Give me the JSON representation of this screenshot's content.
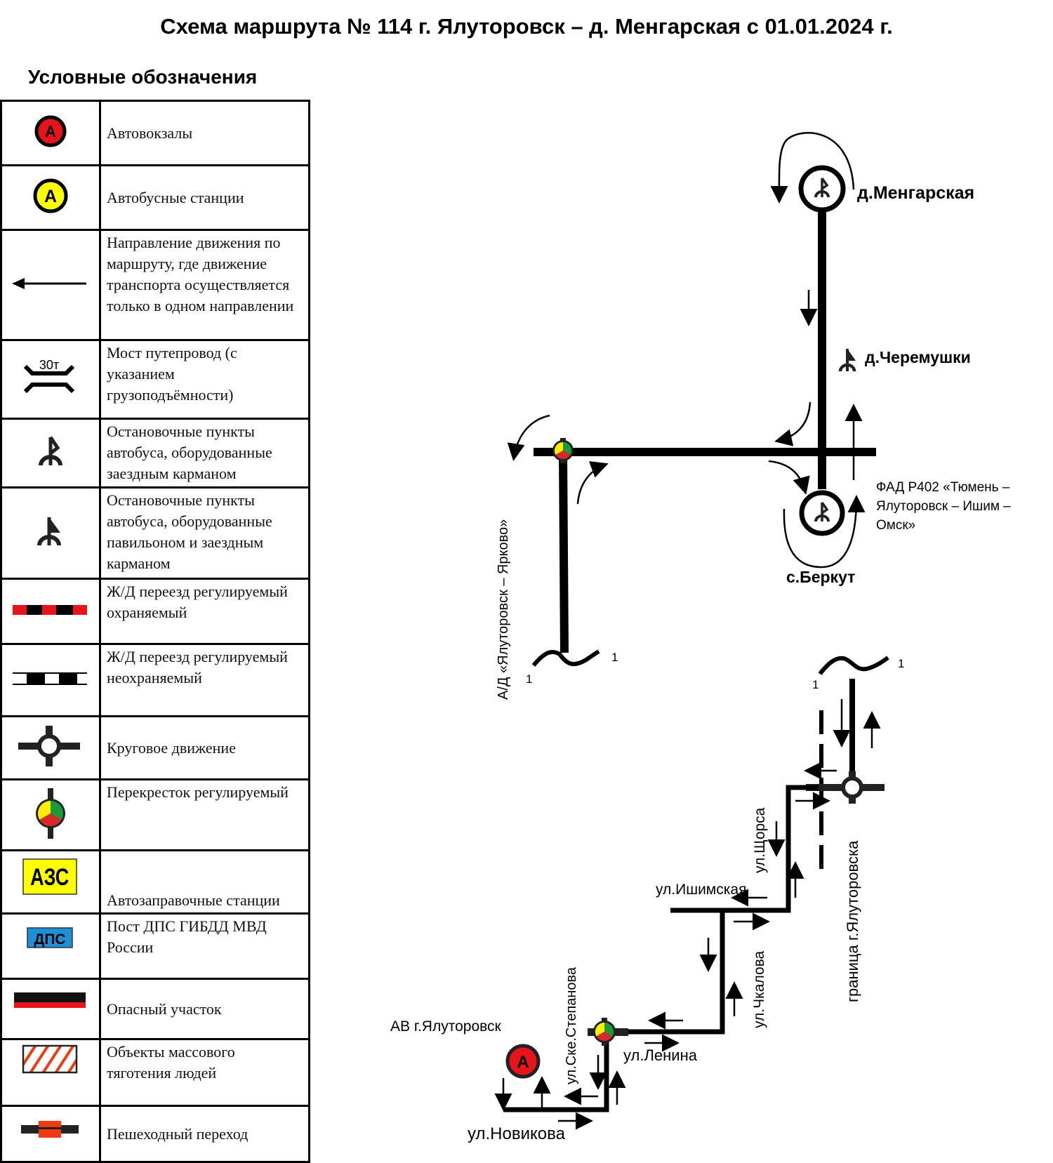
{
  "title": "Схема маршрута № 114 г. Ялуторовск – д. Менгарская с 01.01.2024 г.",
  "legend": {
    "title": "Условные обозначения",
    "items": [
      {
        "icon": "bus-terminal-icon",
        "label": "Автовокзалы",
        "symbol_text": "А",
        "color": "#e8141c"
      },
      {
        "icon": "bus-station-icon",
        "label": "Автобусные станции",
        "symbol_text": "А",
        "color": "#ffff00"
      },
      {
        "icon": "direction-arrow-icon",
        "label": "Направление движения по маршруту, где движение транспорта осуществляется только в одном направлении"
      },
      {
        "icon": "bridge-icon",
        "label": "Мост путепровод (с указанием грузоподъёмности)",
        "symbol_text": "30т"
      },
      {
        "icon": "bus-stop-pocket-icon",
        "label": "Остановочные пункты автобуса, оборудованные заездным карманом"
      },
      {
        "icon": "bus-stop-pavilion-icon",
        "label": "Остановочные пункты автобуса, оборудованные павильоном и заездным карманом"
      },
      {
        "icon": "railway-crossing-guarded-icon",
        "label": "Ж/Д переезд регулируемый охраняемый"
      },
      {
        "icon": "railway-crossing-unguarded-icon",
        "label": "Ж/Д переезд регулируемый неохраняемый"
      },
      {
        "icon": "roundabout-icon",
        "label": "Круговое движение"
      },
      {
        "icon": "traffic-light-icon",
        "label": "Перекресток регулируемый"
      },
      {
        "icon": "gas-station-icon",
        "label": "Автозаправочные станции",
        "symbol_text": "АЗС",
        "color": "#ffff00"
      },
      {
        "icon": "police-post-icon",
        "label": "Пост ДПС ГИБДД МВД России",
        "symbol_text": "ДПС",
        "color": "#1e90d8"
      },
      {
        "icon": "dangerous-section-icon",
        "label": "Опасный участок"
      },
      {
        "icon": "mass-gathering-icon",
        "label": "Объекты массового тяготения людей"
      },
      {
        "icon": "pedestrian-crossing-icon",
        "label": "Пешеходный переход"
      }
    ]
  },
  "map": {
    "places": {
      "mengarskaya": "д.Менгарская",
      "cheremushki": "д.Черемушки",
      "berkut": "с.Беркут",
      "bus_terminal": "АВ г.Ялуторовск"
    },
    "roads": {
      "federal": [
        "ФАД Р402 «Тюмень –",
        "Ялуторовск – Ишим –",
        "Омск»"
      ],
      "yarkovo": "А/Д «Ялуторовск – Ярково»",
      "city_border": "граница г.Ялуторовска"
    },
    "streets": {
      "shorsa": "ул.Щорса",
      "ishimskaya": "ул.Ишимская",
      "chkalova": "ул.Чкалова",
      "lenina": "ул.Ленина",
      "skeStepanova": "ул.Ске.Степанова",
      "novikova": "ул.Новикова"
    },
    "break_marks": [
      "1",
      "1",
      "1",
      "1"
    ],
    "bus_terminal_symbol": "А"
  }
}
